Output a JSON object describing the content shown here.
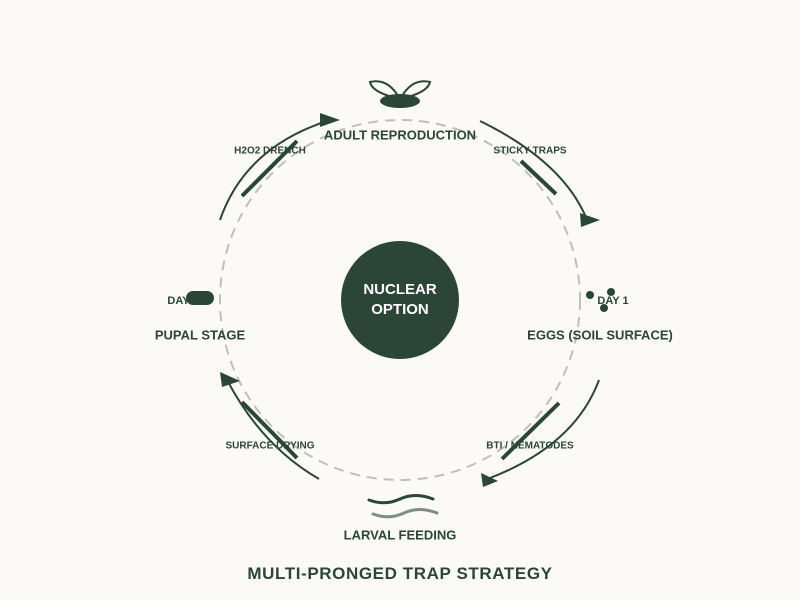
{
  "title": "MULTI-PRONGED TRAP STRATEGY",
  "center": {
    "line1": "NUCLEAR",
    "line2": "OPTION"
  },
  "stages": {
    "adult": "ADULT REPRODUCTION",
    "eggs": "EGGS (SOIL SURFACE)",
    "larval": "LARVAL FEEDING",
    "pupal": "PUPAL STAGE"
  },
  "methods": {
    "sticky": "STICKY TRAPS",
    "bti": "BTI / NEMATODES",
    "drying": "SURFACE DRYING",
    "drench": "H2O2 DRENCH"
  },
  "days": {
    "eggs": "DAY 1",
    "pupal": "DAY 7"
  },
  "icons": {
    "adult": "gnat-icon",
    "eggs": "eggs-icon",
    "larval": "larva-icon",
    "pupal": "pupa-icon"
  },
  "colors": {
    "primary": "#2b4637",
    "secondary": "#7d8f85",
    "dashed": "#bfbfbf",
    "background": "#fbfaf6"
  }
}
